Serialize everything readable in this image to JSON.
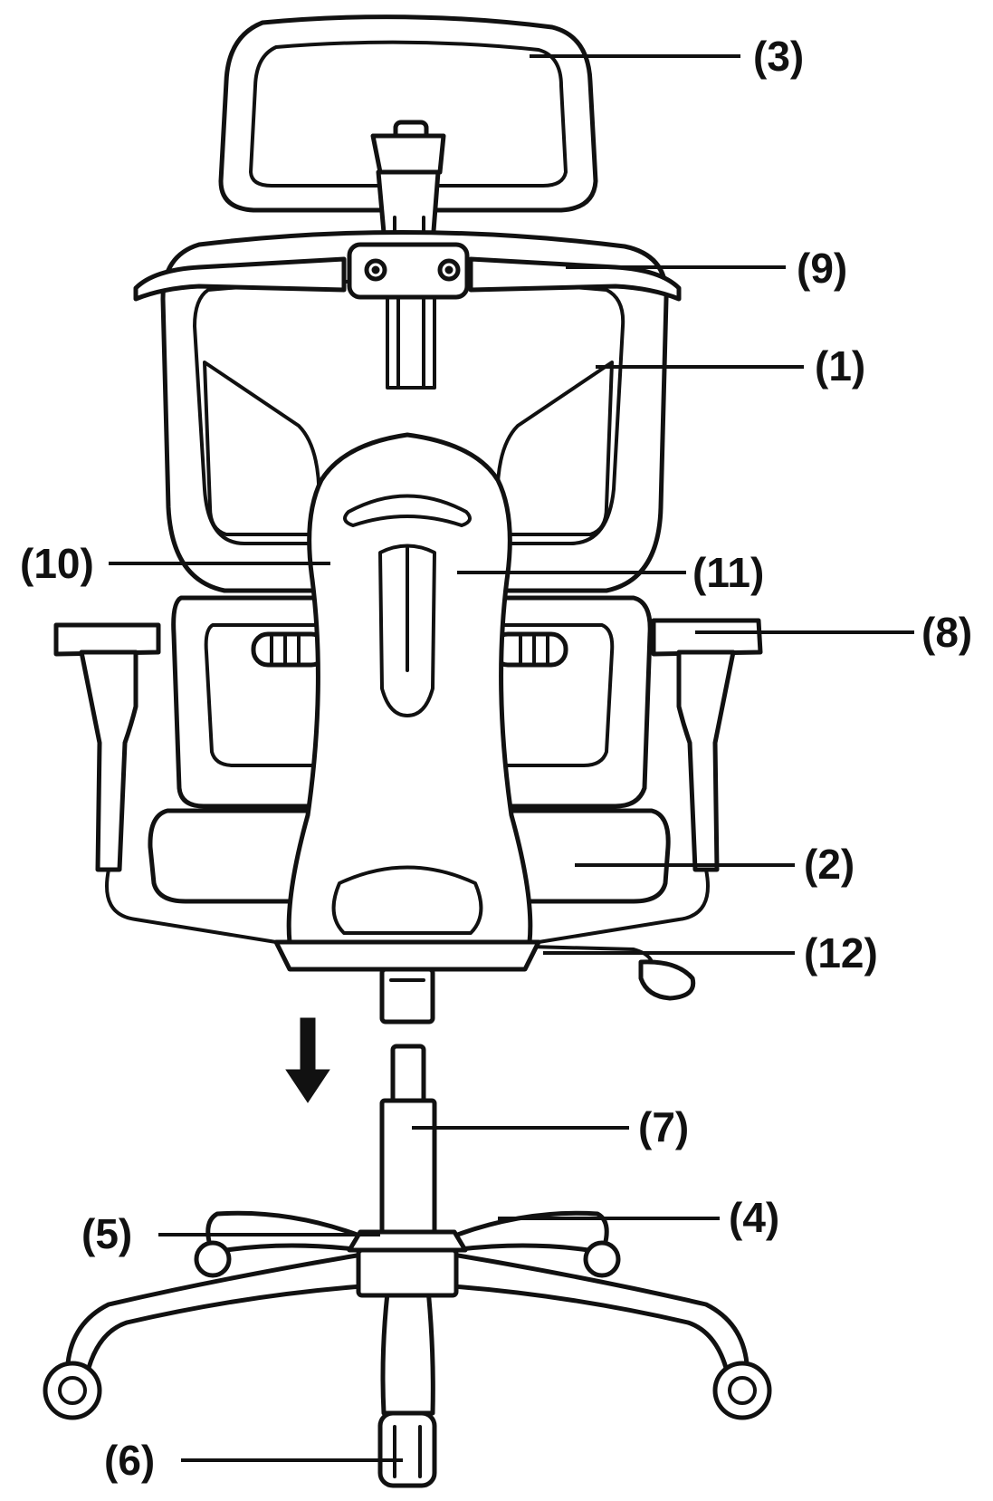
{
  "labels": {
    "backrest": "(1)",
    "seat": "(2)",
    "headrest": "(3)",
    "base": "(4)",
    "base_center": "(5)",
    "caster": "(6)",
    "gas_lift": "(7)",
    "armrest": "(8)",
    "headrest_bracket": "(9)",
    "back_frame": "(10)",
    "back_support_bar": "(11)",
    "height_lever": "(12)"
  },
  "colors": {
    "line": "#111111",
    "background": "#ffffff"
  },
  "icons": {
    "assembly_arrow": "down-arrow-icon"
  }
}
